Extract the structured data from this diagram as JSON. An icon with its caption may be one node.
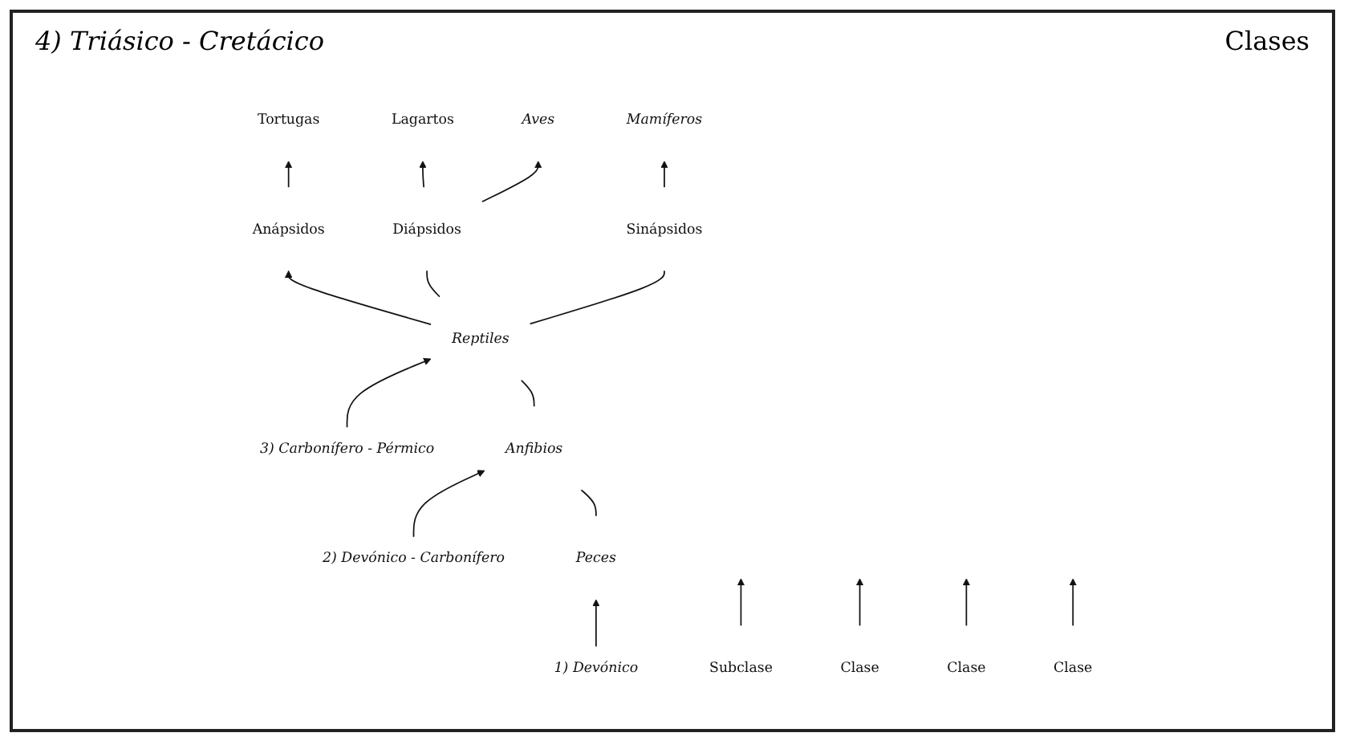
{
  "diagram": {
    "nodes": [
      {
        "text": [
          "Aves"
        ]
      },
      {
        "text": [
          "Mamíferos"
        ]
      },
      {
        "text": [
          "Tortugas"
        ]
      },
      {
        "text": [
          "Lagartos"
        ]
      },
      {
        "text": [
          "Anápsidos"
        ]
      },
      {
        "text": [
          "Diápsidos"
        ]
      },
      {
        "text": [
          "Sinápsidos"
        ]
      },
      {
        "text": [
          "Subclase"
        ]
      },
      {
        "text": [
          "3) Carbonífero - Pérmico"
        ]
      },
      {
        "text": [
          "Reptiles"
        ]
      },
      {
        "text": [
          "Clase"
        ]
      },
      {
        "text": [
          "2) Devónico - Carbonífero"
        ]
      },
      {
        "text": [
          "Anfibios"
        ]
      },
      {
        "text": [
          "Clase"
        ]
      },
      {
        "text": [
          "1) Devónico"
        ]
      },
      {
        "text": [
          "Peces"
        ]
      },
      {
        "text": [
          "Clase"
        ]
      }
    ],
    "edges": [
      {
        "from": 4,
        "to": 2,
        "arrow": "to"
      },
      {
        "from": 5,
        "to": 3,
        "arrow": "to"
      },
      {
        "from": 5,
        "to": 0,
        "arrow": "to"
      },
      {
        "from": 6,
        "to": 1,
        "arrow": "to"
      },
      {
        "from": 9,
        "to": 4,
        "arrow": "to"
      },
      {
        "from": 9,
        "to": 5,
        "arrow": "none"
      },
      {
        "from": 9,
        "to": 6,
        "arrow": "none"
      },
      {
        "from": 7,
        "to": null,
        "arrow": "to"
      },
      {
        "from": 8,
        "to": 9,
        "arrow": "to"
      },
      {
        "from": 10,
        "to": null,
        "arrow": "to"
      },
      {
        "from": 12,
        "to": 9,
        "arrow": "none"
      },
      {
        "from": 11,
        "to": 12,
        "arrow": "to"
      },
      {
        "from": 13,
        "to": null,
        "arrow": "to"
      },
      {
        "from": 15,
        "to": 12,
        "arrow": "none"
      },
      {
        "from": 14,
        "to": 15,
        "arrow": "to"
      },
      {
        "from": 16,
        "to": null,
        "arrow": "to"
      }
    ],
    "labels": [
      "4) Triásico - Cretácico",
      "Clases"
    ]
  }
}
